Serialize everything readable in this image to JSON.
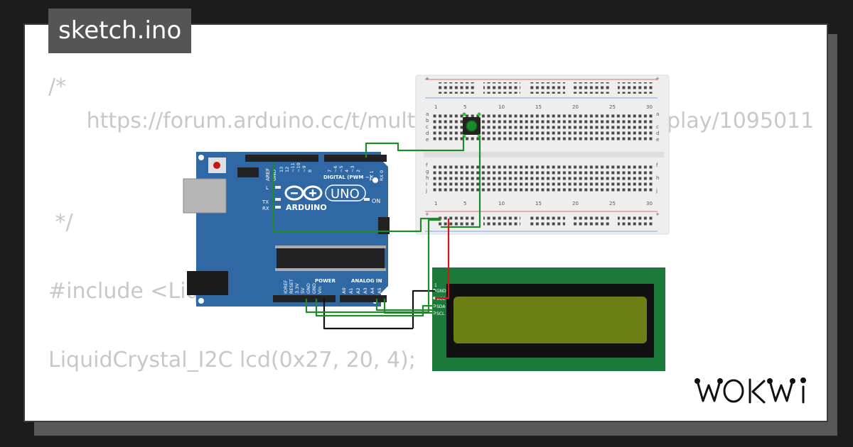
{
  "project": {
    "file_name": "sketch.ino"
  },
  "code_lines": [
    "/*",
    "   https://forum.arduino.cc/t/multip",
    "play/1095011",
    " */",
    "#include <Liq",
    "LiquidCrystal_I2C lcd(0x27, 20, 4);"
  ],
  "arduino": {
    "brand": "ARDUINO",
    "model": "UNO",
    "digital_header": "DIGITAL (PWM ~)",
    "power_header": "POWER",
    "analog_header": "ANALOG IN",
    "on_label": "ON",
    "tx_label": "TX",
    "rx_label": "RX",
    "l_label": "L",
    "aref_label": "AREF",
    "gnd_label": "GND",
    "digital_pins": [
      "13",
      "12",
      "~11",
      "~10",
      "~9",
      "8",
      "7",
      "~6",
      "~5",
      "4",
      "~3",
      "2",
      "TX 1",
      "RX 0"
    ],
    "power_pins": [
      "IOREF",
      "RESET",
      "3.3V",
      "5V",
      "GND",
      "GND",
      "Vin"
    ],
    "analog_pins": [
      "A0",
      "A1",
      "A2",
      "A3",
      "A4",
      "A5"
    ]
  },
  "breadboard": {
    "columns_top": [
      "1",
      "5",
      "10",
      "15",
      "20",
      "25",
      "30"
    ],
    "columns_bottom": [
      "1",
      "5",
      "10",
      "15",
      "20",
      "25",
      "30"
    ],
    "rows_top": [
      "a",
      "b",
      "c",
      "d",
      "e"
    ],
    "rows_bottom": [
      "f",
      "g",
      "h",
      "i",
      "j"
    ],
    "plus": "+",
    "minus": "−"
  },
  "lcd": {
    "pin_number": "1",
    "pins": [
      "GND",
      "VCC",
      "SDA",
      "SCL"
    ]
  },
  "brand": {
    "logo": "WOKWI"
  },
  "colors": {
    "board": "#2f68a4",
    "lcd_pcb": "#1b7a3a",
    "lcd_screen": "#6b7f14",
    "wire_green": "#1e8a2a",
    "wire_black": "#111111",
    "wire_red": "#d01818",
    "button": "#1a8a2a"
  }
}
